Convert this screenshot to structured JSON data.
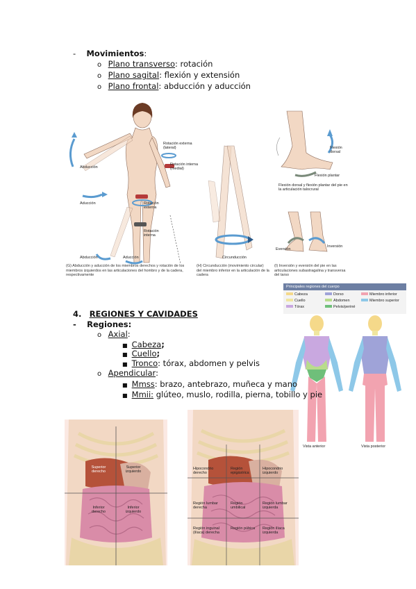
{
  "movements": {
    "dash": "-",
    "title": "Movimientos",
    "colon": ":",
    "items": [
      {
        "term": "Plano transverso",
        "desc": ": rotación"
      },
      {
        "term": "Plano sagital",
        "desc": ": flexión y extensión"
      },
      {
        "term": "Plano frontal",
        "desc": ": abducción y aducción"
      }
    ]
  },
  "figure1": {
    "labels": {
      "rot_ext": "Rotación externa (lateral)",
      "rot_int": "Rotación interna (medial)",
      "abduccion_arm": "Abducción",
      "aduccion_arm": "Aducción",
      "rot_ext_leg": "Rotación externa",
      "rot_int_leg": "Rotación interna",
      "abduccion_leg": "Abducción",
      "aduccion_leg": "Aducción",
      "circunduccion": "Circunducción",
      "flex_dorsal": "Flexión dorsal",
      "flex_plantar": "Flexión plantar",
      "eversion": "Eversión",
      "inversion": "Inversión",
      "flex_caption": "Flexión dorsal y flexión plantar del pie en la articulación talocrural"
    },
    "captions": {
      "g": "(G) Abducción y aducción de los miembros derechos y rotación de los miembros izquierdos en las articulaciones del hombro y de la cadera, respectivamente",
      "h": "(H) Circunducción (movimiento circular) del miembro inferior en la articulación de la cadera",
      "i": "(I) Inversión y eversión del pie en las articulaciones subastragalina y transversa del tarso"
    }
  },
  "regions": {
    "number": "4.",
    "title": "REGIONES Y CAVIDADES",
    "dash": "-",
    "subtitle": "Regiones:",
    "axial": {
      "term": "Axial",
      "suffix": ":"
    },
    "axial_items": [
      {
        "term": "Cabeza",
        "desc": ";"
      },
      {
        "term": "Cuello",
        "desc": ";"
      },
      {
        "term": "Tronco",
        "desc": ": tórax, abdomen y pelvis"
      }
    ],
    "apendicular": {
      "term": "Apendicular",
      "suffix": ":"
    },
    "apendicular_items": [
      {
        "term": "Mmss",
        "desc": ": brazo, antebrazo, muñeca y mano"
      },
      {
        "term": "Mmii:",
        "desc": " glúteo, muslo, rodilla, pierna, tobillo y pie"
      }
    ]
  },
  "legend": {
    "header": "Principales regiones del cuerpo",
    "items": [
      {
        "label": "Cabeza",
        "color": "#f5d98a"
      },
      {
        "label": "Dorso",
        "color": "#9fa3d8"
      },
      {
        "label": "Miembro inferior",
        "color": "#f2a3b0"
      },
      {
        "label": "Cuello",
        "color": "#f0e6a0"
      },
      {
        "label": "Abdomen",
        "color": "#b9dc8c"
      },
      {
        "label": "Miembro superior",
        "color": "#8ec8e8"
      },
      {
        "label": "Tórax",
        "color": "#c9a8e0"
      },
      {
        "label": "Pelvis/periné",
        "color": "#6fbf7a"
      }
    ],
    "view_anterior": "Vista anterior",
    "view_posterior": "Vista posterior"
  },
  "quadrants": {
    "q1": "Superior derecho",
    "q2": "Superior izquierdo",
    "q3": "Inferior derecho",
    "q4": "Inferior izquierdo"
  },
  "nine_regions": {
    "r1": "Hipocondrio derecho",
    "r2": "Región epigástrica",
    "r3": "Hipocondrio izquierdo",
    "r4": "Región lumbar derecha",
    "r5": "Región umbilical",
    "r6": "Región lumbar izquierda",
    "r7": "Región inguinal (ilíaca) derecha",
    "r8": "Región púbica",
    "r9": "Región ilíaca izquierda"
  },
  "colors": {
    "skin": "#f2d8c4",
    "organ": "#d98ca8",
    "liver": "#b5523a",
    "bone": "#e9d6a8",
    "arrow_blue": "#5a9bd0",
    "arrow_gray": "#7a8a7a"
  }
}
